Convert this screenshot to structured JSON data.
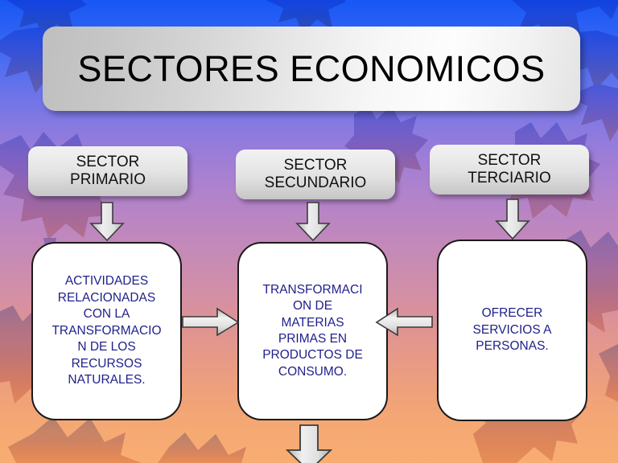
{
  "slide": {
    "title": "SECTORES ECONOMICOS",
    "title_box": {
      "name": "title-banner"
    },
    "background": {
      "description": "autumn leaves gradient",
      "top_color": "#1757f5",
      "mid_color": "#b183cb",
      "bottom_color": "#f8ad72",
      "leaf_color": "#6b3a6b"
    },
    "palette": {
      "body_text": "#1f1f8c",
      "header_text": "#111111",
      "title_text": "#000000",
      "box_fill": "#ffffff",
      "box_border": "#1a1a1a",
      "arrow_fill": "#e0e0e0",
      "arrow_border": "#3a3a3a"
    },
    "sectors": [
      {
        "id": "primario",
        "header": "SECTOR\nPRIMARIO",
        "header_line1": "SECTOR",
        "header_line2": "PRIMARIO",
        "body": "ACTIVIDADES\nRELACIONADAS\nCON LA\nTRANSFORMACIO\nN  DE LOS\nRECURSOS\nNATURALES."
      },
      {
        "id": "secundario",
        "header": "SECTOR\nSECUNDARIO",
        "header_line1": "SECTOR",
        "header_line2": "SECUNDARIO",
        "body": "TRANSFORMACI\nON DE\nMATERIAS\nPRIMAS EN\nPRODUCTOS DE\nCONSUMO."
      },
      {
        "id": "terciario",
        "header": "SECTOR\nTERCIARIO",
        "header_line1": "SECTOR",
        "header_line2": "TERCIARIO",
        "body": "OFRECER\nSERVICIOS A\nPERSONAS."
      }
    ],
    "connectors": [
      {
        "name": "arrow-down-primario",
        "direction": "down",
        "from": "SECTOR PRIMARIO",
        "to": "ACTIVIDADES RELACIONADAS CON LA TRANSFORMACION DE LOS RECURSOS NATURALES."
      },
      {
        "name": "arrow-down-secundario",
        "direction": "down",
        "from": "SECTOR SECUNDARIO",
        "to": "TRANSFORMACION DE MATERIAS PRIMAS EN PRODUCTOS DE CONSUMO."
      },
      {
        "name": "arrow-down-terciario",
        "direction": "down",
        "from": "SECTOR TERCIARIO",
        "to": "OFRECER SERVICIOS A PERSONAS."
      },
      {
        "name": "arrow-right-primario-to-secundario",
        "direction": "right",
        "from": "primario",
        "to": "secundario"
      },
      {
        "name": "arrow-left-terciario-to-secundario",
        "direction": "left",
        "from": "terciario",
        "to": "secundario"
      },
      {
        "name": "arrow-down-bottom",
        "direction": "down",
        "from": "secundario",
        "to": ""
      }
    ]
  }
}
